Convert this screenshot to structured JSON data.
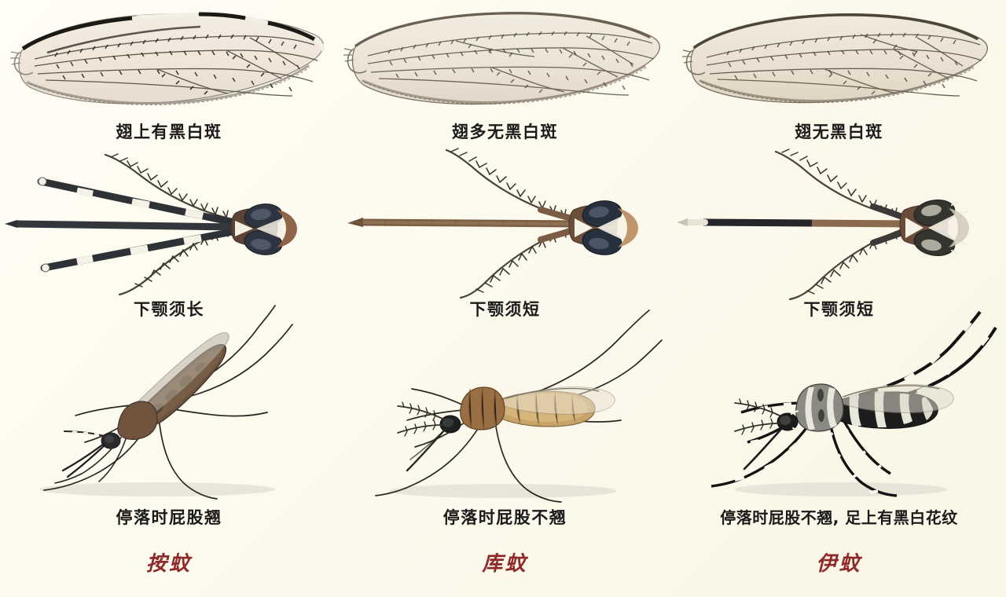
{
  "chart": {
    "background_color": "#fdfbf0",
    "species_label_color": "#8e2a2a",
    "caption_color": "#1b1b1b",
    "columns": [
      {
        "species_name": "按蚊",
        "wing_caption": "翅上有黑白斑",
        "palp_caption": "下颚须长",
        "resting_caption": "停落时屁股翘",
        "wing_type": "spotted",
        "palp_type": "long-banded",
        "resting_type": "angled-up"
      },
      {
        "species_name": "库蚊",
        "wing_caption": "翅多无黑白斑",
        "palp_caption": "下颚须短",
        "resting_caption": "停落时屁股不翘",
        "wing_type": "plain-brown",
        "palp_type": "short-brown",
        "resting_type": "parallel"
      },
      {
        "species_name": "伊蚊",
        "wing_caption": "翅无黑白斑",
        "palp_caption": "下颚须短",
        "resting_caption": "停落时屁股不翘, 足上有黑白花纹",
        "wing_type": "plain-dark",
        "palp_type": "short-dark",
        "resting_type": "parallel-striped-legs"
      }
    ]
  }
}
